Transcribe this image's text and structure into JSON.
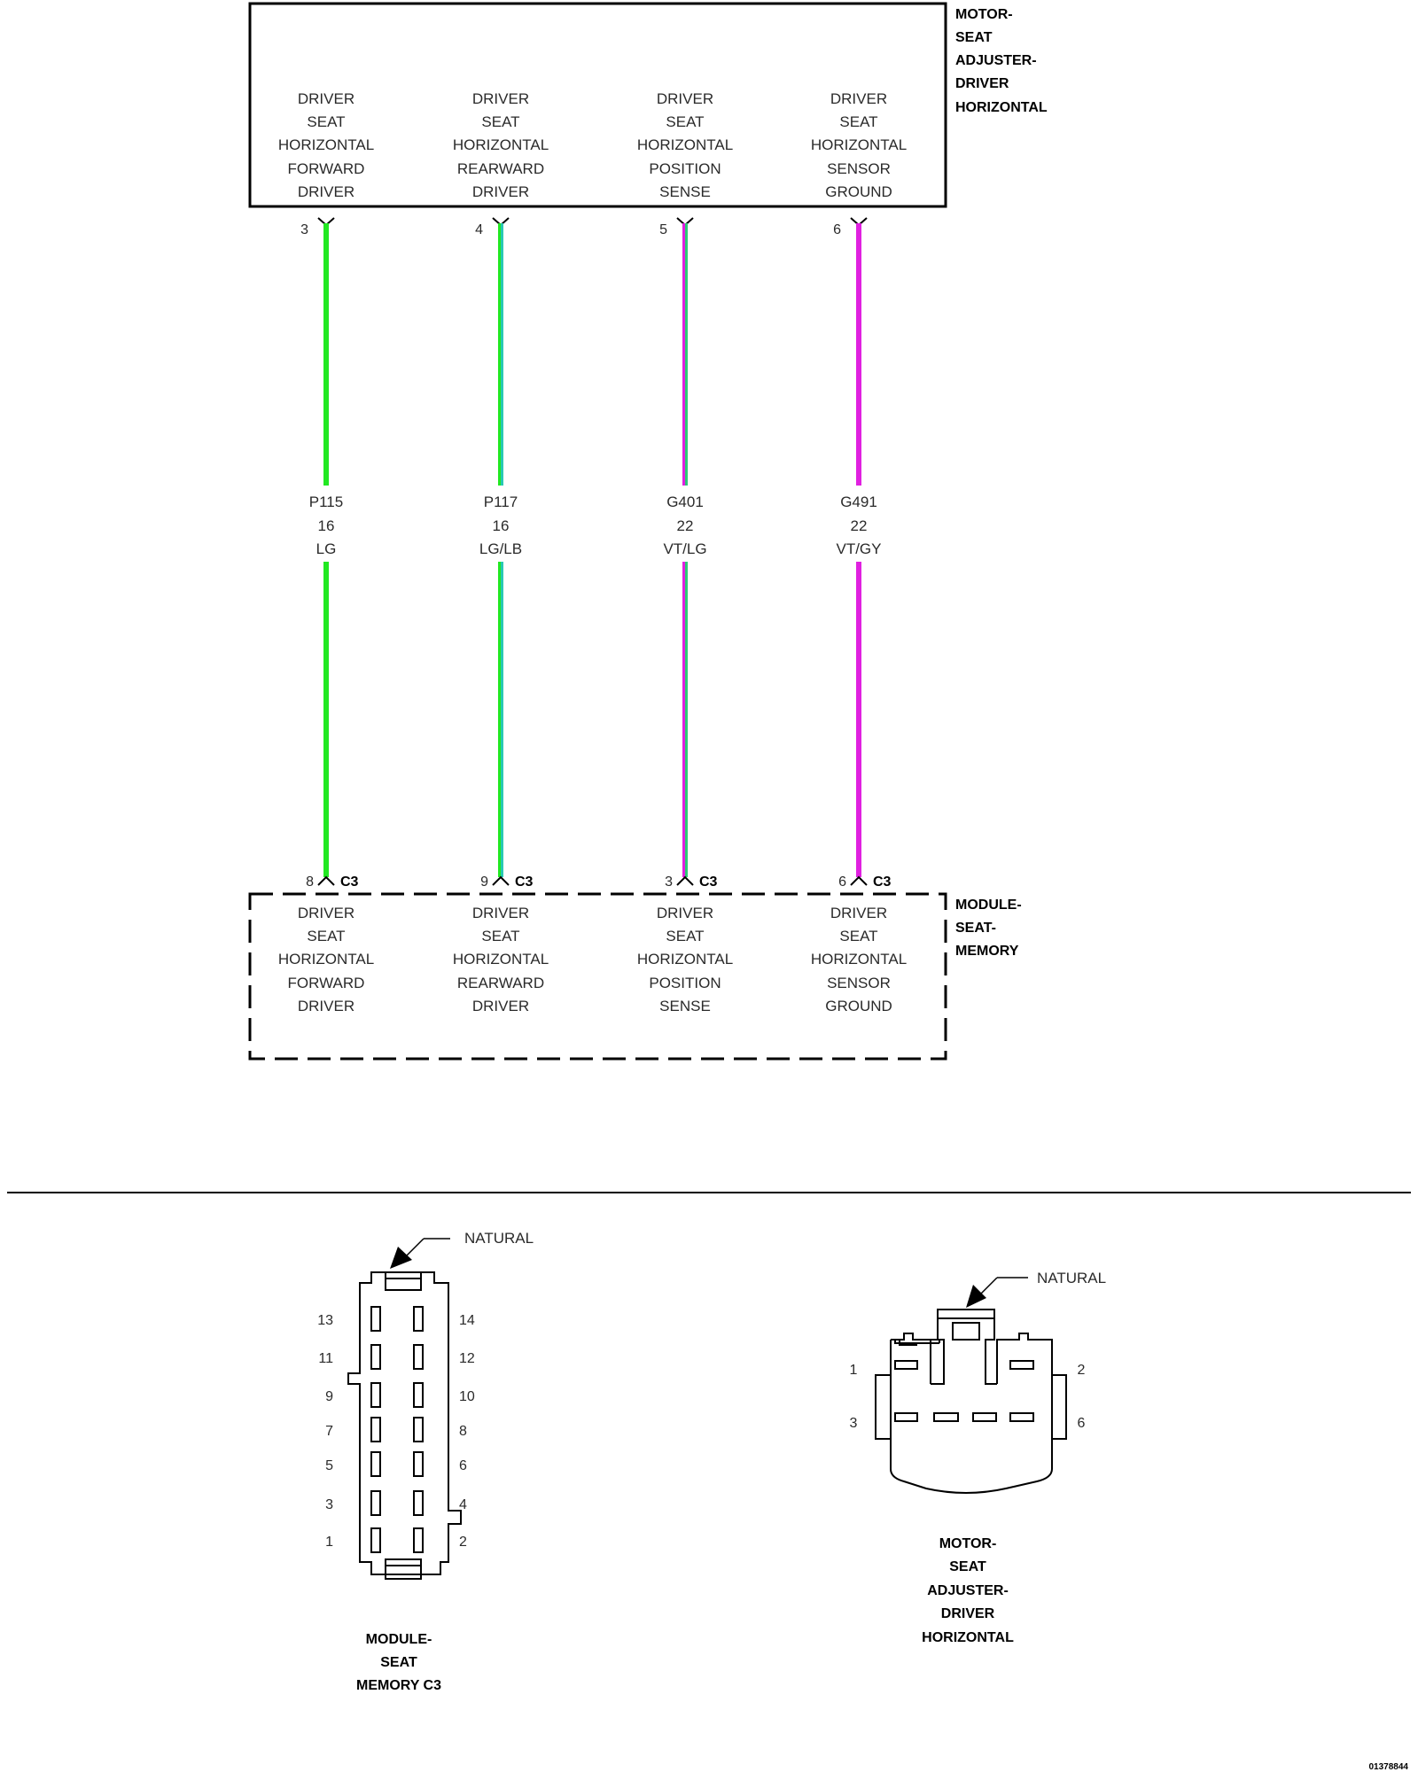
{
  "top_component": {
    "name": [
      "MOTOR-",
      "SEAT",
      "ADJUSTER-",
      "DRIVER",
      "HORIZONTAL"
    ],
    "circuits": [
      {
        "label": [
          "DRIVER",
          "SEAT",
          "HORIZONTAL",
          "FORWARD",
          "DRIVER"
        ],
        "pin": "3"
      },
      {
        "label": [
          "DRIVER",
          "SEAT",
          "HORIZONTAL",
          "REARWARD",
          "DRIVER"
        ],
        "pin": "4"
      },
      {
        "label": [
          "DRIVER",
          "SEAT",
          "HORIZONTAL",
          "POSITION",
          "SENSE"
        ],
        "pin": "5"
      },
      {
        "label": [
          "DRIVER",
          "SEAT",
          "HORIZONTAL",
          "SENSOR",
          "GROUND"
        ],
        "pin": "6"
      }
    ]
  },
  "wires": [
    {
      "circuit": "P115",
      "gauge": "16",
      "color_code": "LG",
      "colors": [
        "#22e822",
        "#22e822"
      ]
    },
    {
      "circuit": "P117",
      "gauge": "16",
      "color_code": "LG/LB",
      "colors": [
        "#22e822",
        "#28c8b4"
      ]
    },
    {
      "circuit": "G401",
      "gauge": "22",
      "color_code": "VT/LG",
      "colors": [
        "#e020e0",
        "#30c878"
      ]
    },
    {
      "circuit": "G491",
      "gauge": "22",
      "color_code": "VT/GY",
      "colors": [
        "#e020e0",
        "#e020e0"
      ]
    }
  ],
  "bottom_component": {
    "name": [
      "MODULE-",
      "SEAT-",
      "MEMORY"
    ],
    "connector": "C3",
    "circuits": [
      {
        "label": [
          "DRIVER",
          "SEAT",
          "HORIZONTAL",
          "FORWARD",
          "DRIVER"
        ],
        "pin": "8"
      },
      {
        "label": [
          "DRIVER",
          "SEAT",
          "HORIZONTAL",
          "REARWARD",
          "DRIVER"
        ],
        "pin": "9"
      },
      {
        "label": [
          "DRIVER",
          "SEAT",
          "HORIZONTAL",
          "POSITION",
          "SENSE"
        ],
        "pin": "3"
      },
      {
        "label": [
          "DRIVER",
          "SEAT",
          "HORIZONTAL",
          "SENSOR",
          "GROUND"
        ],
        "pin": "6"
      }
    ]
  },
  "connector_views": {
    "module": {
      "color_label": "NATURAL",
      "title": [
        "MODULE-",
        "SEAT",
        "MEMORY C3"
      ],
      "left_pins": [
        "13",
        "11",
        "9",
        "7",
        "5",
        "3",
        "1"
      ],
      "right_pins": [
        "14",
        "12",
        "10",
        "8",
        "6",
        "4",
        "2"
      ]
    },
    "motor": {
      "color_label": "NATURAL",
      "title": [
        "MOTOR-",
        "SEAT",
        "ADJUSTER-",
        "DRIVER",
        "HORIZONTAL"
      ],
      "pins": {
        "top_left": "1",
        "top_right": "2",
        "bottom_left": "3",
        "bottom_right": "6"
      }
    }
  },
  "document_id": "01378844"
}
